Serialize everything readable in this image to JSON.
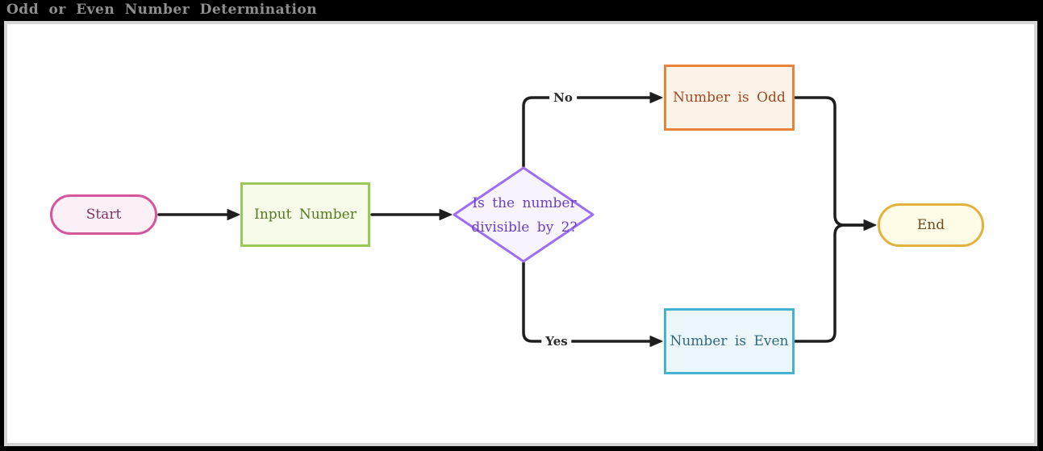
{
  "title": "Odd or Even Number Determination",
  "frame": {
    "background": "#000000",
    "canvas": "#ffffff",
    "canvas_border": "#d5d5d5",
    "title_color": "#8f8f8f",
    "edge_color": "#1e1e1e"
  },
  "diagram": {
    "type": "flowchart",
    "nodes": {
      "start": {
        "label": "Start",
        "shape": "stadium",
        "border": "#d4579c",
        "fill": "#fcf0f7",
        "text_color": "#7d3560"
      },
      "input": {
        "label": "Input Number",
        "shape": "rect",
        "border": "#9bc957",
        "fill": "#f7fbea",
        "text_color": "#547a1e"
      },
      "decision": {
        "label": "Is the number divisible by 2?",
        "lines": [
          "Is the number",
          "divisible by 2?"
        ],
        "shape": "diamond",
        "border": "#9d6ef0",
        "fill": "#f8f4fe",
        "text_color": "#6b3fc0"
      },
      "odd": {
        "label": "Number is Odd",
        "shape": "rect",
        "border": "#e8833a",
        "fill": "#fdf2e7",
        "text_color": "#a04a20"
      },
      "even": {
        "label": "Number is Even",
        "shape": "rect",
        "border": "#45b2d4",
        "fill": "#eaf6fa",
        "text_color": "#33687f"
      },
      "end": {
        "label": "End",
        "shape": "stadium",
        "border": "#e2b23c",
        "fill": "#fefbe7",
        "text_color": "#6d4c1e"
      }
    },
    "edges": [
      {
        "from": "start",
        "to": "input",
        "label": ""
      },
      {
        "from": "input",
        "to": "decision",
        "label": ""
      },
      {
        "from": "decision",
        "to": "odd",
        "label": "No"
      },
      {
        "from": "decision",
        "to": "even",
        "label": "Yes"
      },
      {
        "from": "odd",
        "to": "end",
        "label": ""
      },
      {
        "from": "even",
        "to": "end",
        "label": ""
      }
    ]
  }
}
